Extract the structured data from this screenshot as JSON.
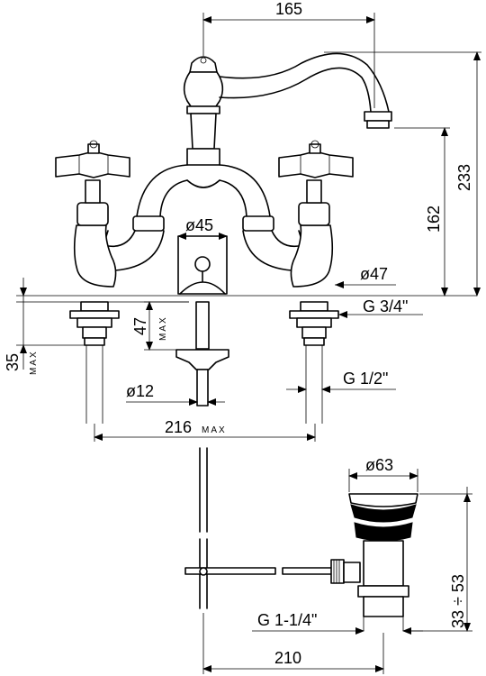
{
  "labels": {
    "d165": "165",
    "d233": "233",
    "d162": "162",
    "d45": "ø45",
    "d47dia": "ø47",
    "g34": "G 3/4\"",
    "d47": "47",
    "max_47": "MAX",
    "d35": "35",
    "max_35": "MAX",
    "d12": "ø12",
    "g12": "G 1/2\"",
    "d216": "216",
    "max_216": "MAX",
    "d63": "ø63",
    "d3353": "33 ÷ 53",
    "g114": "G 1-1/4\"",
    "d210": "210"
  }
}
